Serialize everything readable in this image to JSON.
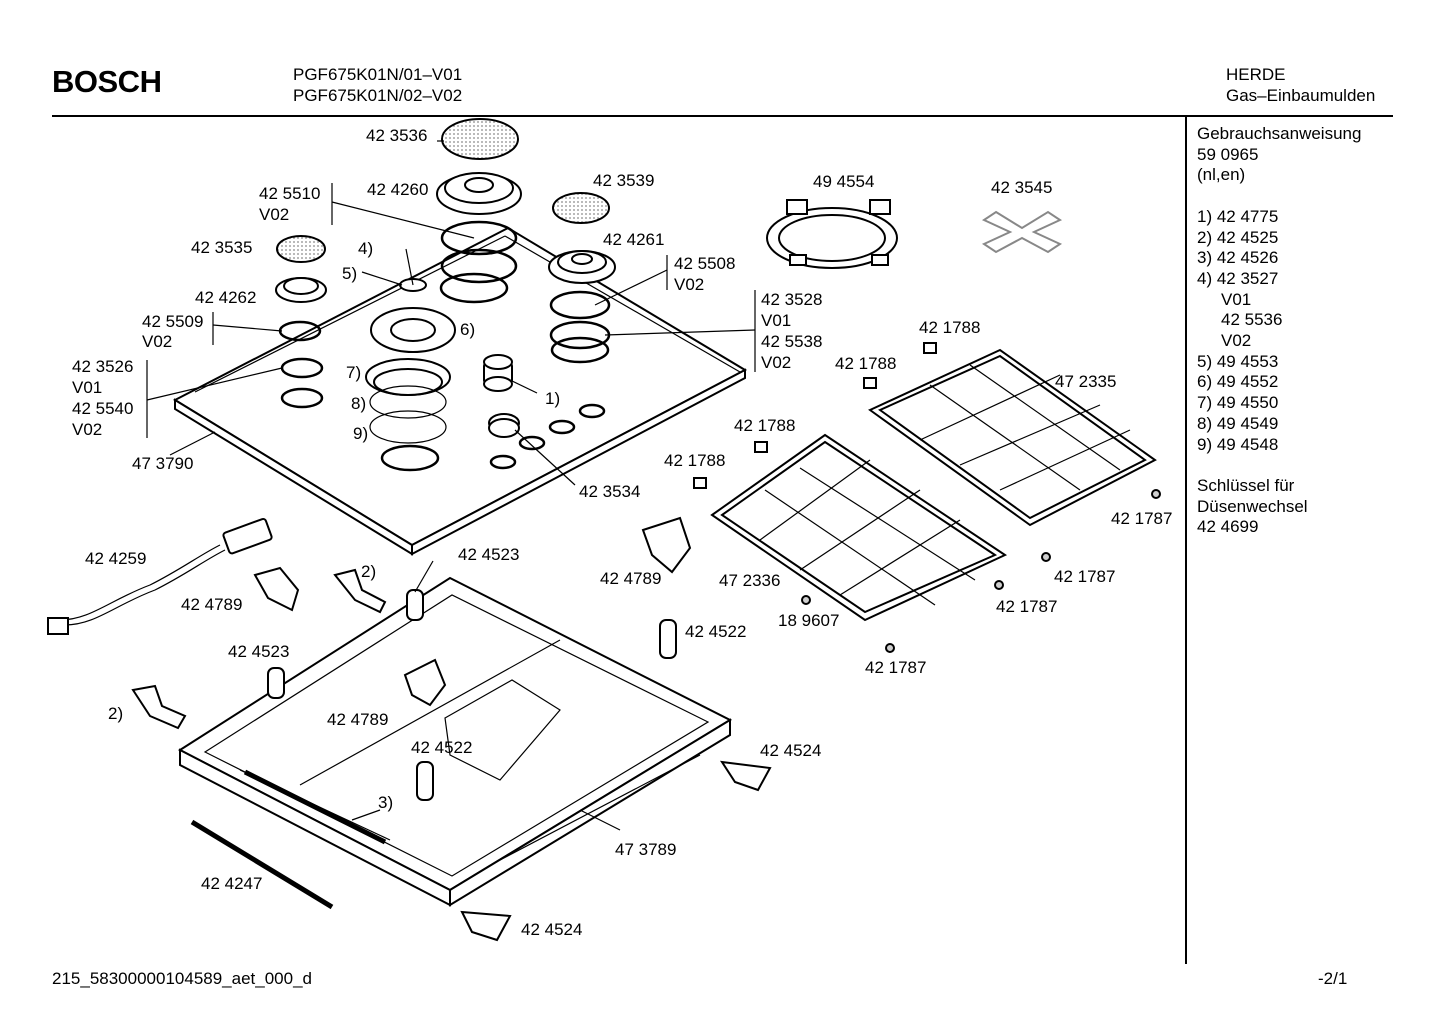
{
  "header": {
    "brand": "BOSCH",
    "model_line1": "PGF675K01N/01–V01",
    "model_line2": "PGF675K01N/02–V02",
    "category_line1": "HERDE",
    "category_line2": "Gas–Einbaumulden"
  },
  "sidebar": {
    "title": "Gebrauchsanweisung",
    "doc_number": "59 0965",
    "languages": "(nl,en)",
    "items": [
      "1) 42 4775",
      "2) 42 4525",
      "3) 42 4526",
      "4) 42 3527",
      "V01",
      "42 5536",
      "V02",
      "5) 49 4553",
      "6) 49 4552",
      "7) 49 4550",
      "8) 49 4549",
      "9) 49 4548"
    ],
    "tool_line1": "Schlüssel für",
    "tool_line2": "Düsenwechsel",
    "tool_number": "42 4699"
  },
  "footer": {
    "doc_id": "215_58300000104589_aet_000_d",
    "page": "-2/1"
  },
  "labels": {
    "p423536": "42 3536",
    "p425510": "42 5510",
    "v02_a": "V02",
    "p424260": "42 4260",
    "p423539": "42 3539",
    "p494554": "49 4554",
    "p423545": "42 3545",
    "p423535": "42 3535",
    "m4": "4)",
    "m5": "5)",
    "p424261": "42 4261",
    "p425508": "42 5508",
    "v02_b": "V02",
    "p424262": "42 4262",
    "p425509": "42 5509",
    "v02_c": "V02",
    "m6": "6)",
    "p423528": "42 3528",
    "v01_a": "V01",
    "p425538": "42 5538",
    "v02_d": "V02",
    "p421788_a": "42 1788",
    "p421788_b": "42 1788",
    "p423526": "42 3526",
    "v01_b": "V01",
    "p425540": "42 5540",
    "v02_e": "V02",
    "m7": "7)",
    "m8": "8)",
    "m9": "9)",
    "m1": "1)",
    "p472335": "47 2335",
    "p421788_c": "42 1788",
    "p473790": "47 3790",
    "p421788_d": "42 1788",
    "p423534": "42 3534",
    "p421787_a": "42 1787",
    "p424259": "42 4259",
    "p424523_a": "42 4523",
    "m2_a": "2)",
    "p424789_a": "42 4789",
    "p424789_b": "42 4789",
    "p472336": "47 2336",
    "p421787_b": "42 1787",
    "p421787_c": "42 1787",
    "p189607": "18 9607",
    "p424522_a": "42 4522",
    "p424523_b": "42 4523",
    "p421787_d": "42 1787",
    "m2_b": "2)",
    "p424789_c": "42 4789",
    "p424522_b": "42 4522",
    "p424524_a": "42 4524",
    "m3": "3)",
    "p473789": "47 3789",
    "p424247": "42 4247",
    "p424524_b": "42 4524"
  }
}
